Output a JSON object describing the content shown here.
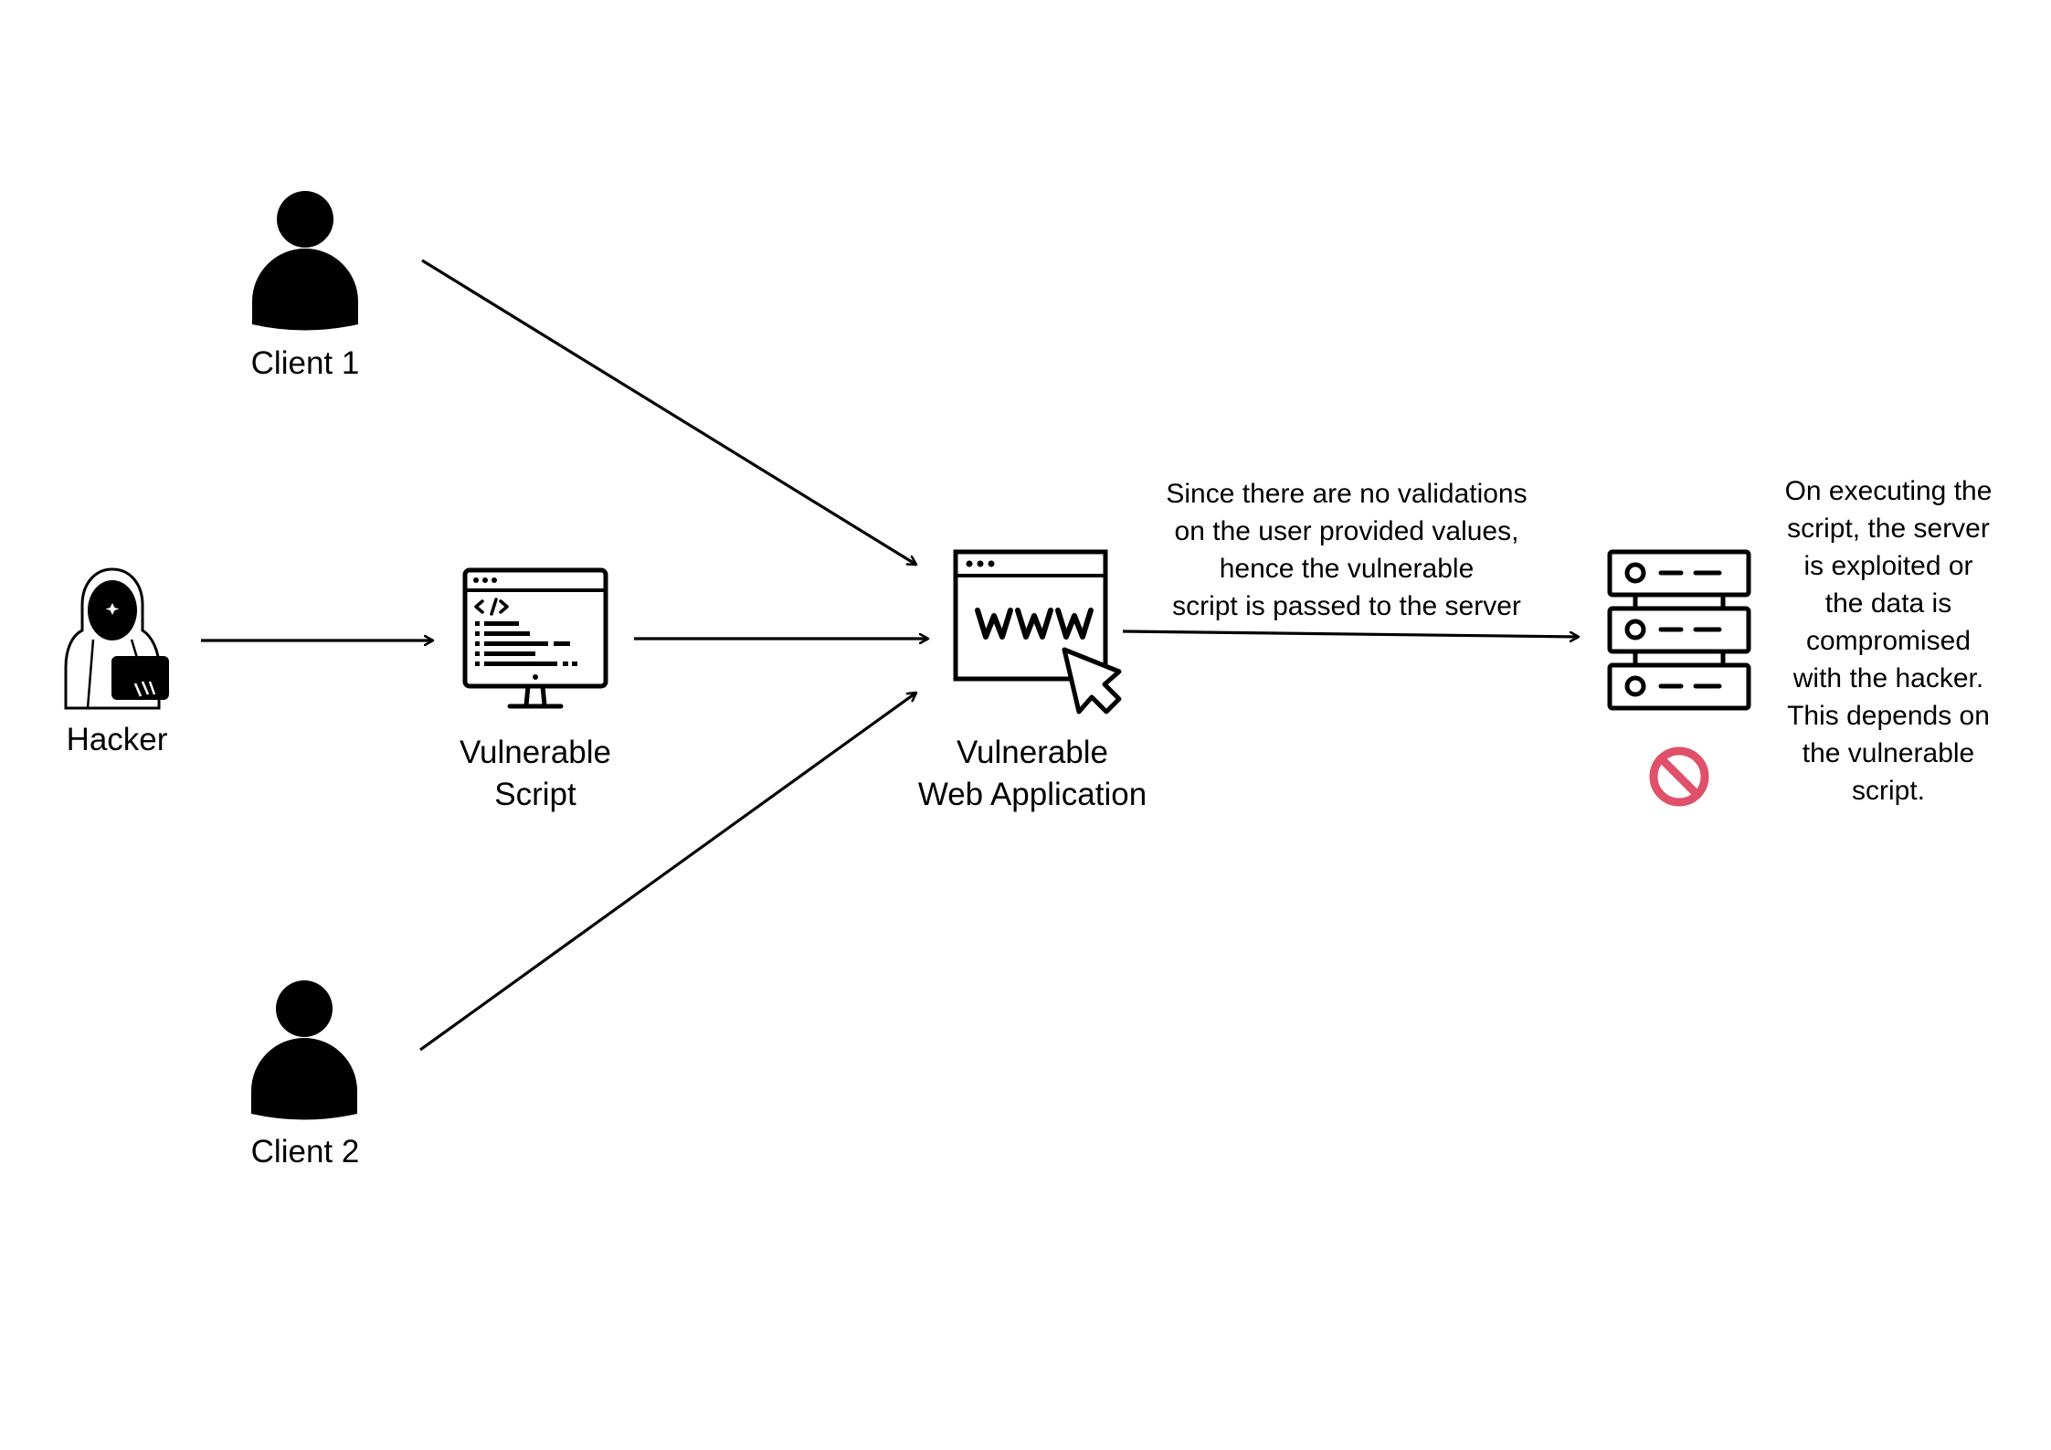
{
  "nodes": {
    "client1": {
      "label": "Client 1",
      "icon": "user-icon"
    },
    "hacker": {
      "label": "Hacker",
      "icon": "hacker-icon"
    },
    "client2": {
      "label": "Client 2",
      "icon": "user-icon"
    },
    "script": {
      "label_line1": "Vulnerable",
      "label_line2": "Script",
      "icon": "code-monitor-icon"
    },
    "webapp": {
      "label_line1": "Vulnerable",
      "label_line2": "Web Application",
      "icon": "www-browser-icon"
    },
    "server": {
      "icon": "server-rack-icon",
      "status_icon": "blocked-icon"
    }
  },
  "notes": {
    "webapp_to_server": [
      "Since there are no validations",
      "on the user provided values,",
      "hence the vulnerable",
      "script is passed to the server"
    ],
    "server_outcome": [
      "On executing the",
      "script, the server",
      "is exploited or",
      "the data is",
      "compromised",
      "with the hacker.",
      "This depends on",
      "the vulnerable",
      "script."
    ]
  },
  "edges": [
    {
      "from": "client1",
      "to": "webapp"
    },
    {
      "from": "hacker",
      "to": "script"
    },
    {
      "from": "script",
      "to": "webapp"
    },
    {
      "from": "client2",
      "to": "webapp"
    },
    {
      "from": "webapp",
      "to": "server"
    }
  ],
  "colors": {
    "ink": "#000000",
    "background": "#ffffff",
    "blocked": "#e0506a"
  }
}
